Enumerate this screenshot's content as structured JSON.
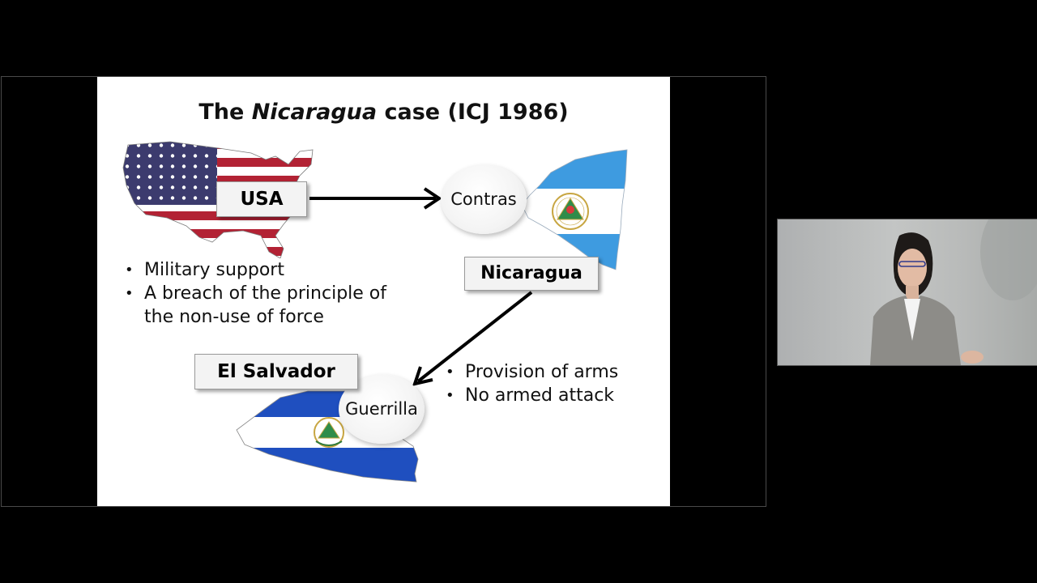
{
  "slide": {
    "title_prefix": "The ",
    "title_italic": "Nicaragua",
    "title_suffix": " case (ICJ 1986)",
    "usa_label": "USA",
    "contras_label": "Contras",
    "nicaragua_label": "Nicaragua",
    "el_salvador_label": "El Salvador",
    "guerrilla_label": "Guerrilla",
    "left_bullets": [
      "Military support",
      "A breach of the principle of the non-use of force"
    ],
    "right_bullets": [
      "Provision of arms",
      "No armed attack"
    ]
  },
  "icons": {
    "usa_map": "usa-flag-map-icon",
    "nicaragua_map": "nicaragua-flag-map-icon",
    "el_salvador_map": "el-salvador-flag-map-icon",
    "presenter": "presenter-video"
  },
  "colors": {
    "us_red": "#b22234",
    "us_blue": "#3c3b6e",
    "nicaragua_blue": "#3e9be0",
    "el_salvador_blue": "#1f4fbf",
    "arrow": "#000000"
  }
}
